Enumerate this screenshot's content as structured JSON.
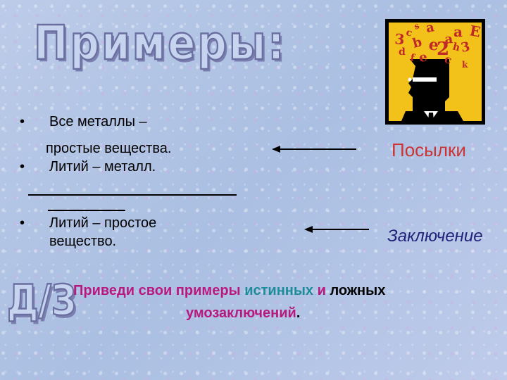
{
  "slide": {
    "title": "Примеры:",
    "hw_label": "Д/З",
    "colors": {
      "title_fill": "#c6d4ef",
      "title_outline": "#6a6fa0",
      "premise": "#cc3333",
      "conclusion": "#22227a",
      "magenta": "#b8197f",
      "teal": "#1d8b99",
      "picture_bg": "#f2c21a"
    },
    "icons": [
      "bullet-dot",
      "arrow-left",
      "head-with-letters-picture"
    ]
  },
  "syllogism": {
    "bullet": "•",
    "premise1_line1": "Все металлы –",
    "premise1_line2": "простые вещества.",
    "premise2": "Литий – металл.",
    "conclusion_line1": "Литий – простое",
    "conclusion_line2": "вещество."
  },
  "labels": {
    "premises": "Посылки",
    "conclusion": "Заключение"
  },
  "picture_letters": [
    "a",
    "3",
    "c",
    "b",
    "e",
    "2",
    "a",
    "f",
    "e",
    "c",
    "a",
    "E",
    "3",
    "d",
    "h",
    "s",
    "k"
  ],
  "homework": {
    "part1": "Приведи свои примеры ",
    "part2": "истинных",
    "part3": " и ",
    "part4": "ложных",
    "part5": "умозаключений",
    "part6": "."
  }
}
